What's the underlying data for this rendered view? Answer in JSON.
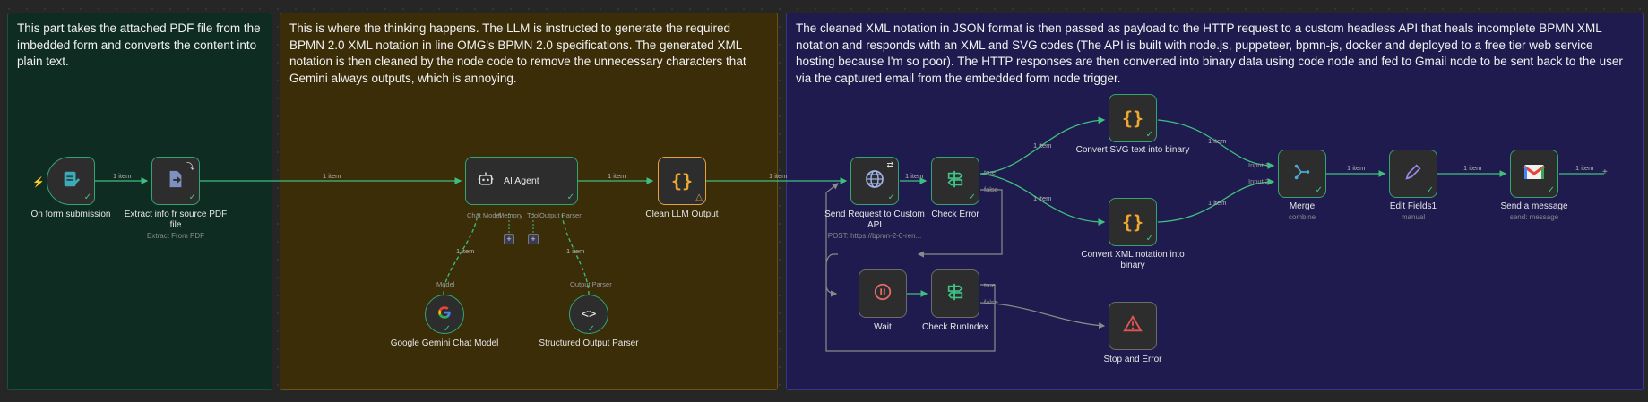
{
  "notes": {
    "note1": "This part takes the attached PDF file from the imbedded form and converts the content into plain text.",
    "note2": "This is where the thinking happens. The LLM is instructed to generate the required BPMN 2.0 XML notation in line OMG's BPMN 2.0 specifications. The generated XML notation is then cleaned by the node code to remove the unnecessary characters that Gemini always outputs, which is annoying.",
    "note3": "The cleaned XML notation in JSON format is then passed as payload to the HTTP request to a custom headless API that heals incomplete BPMN XML notation and responds with an XML and SVG codes (The API is built with node.js, puppeteer, bpmn-js, docker and deployed to a free tier web service hosting because I'm so poor). The HTTP responses are then converted into binary data using code node and fed to Gmail node to be sent back to the user via the captured email from the embedded form node trigger."
  },
  "nodes": {
    "form": {
      "title": "On form submission",
      "icon": "form-icon"
    },
    "extract": {
      "title": "Extract info fr source PDF file",
      "subtitle": "Extract From PDF",
      "icon": "file-export-icon"
    },
    "agent": {
      "title": "AI Agent",
      "icon": "robot-icon",
      "ports": {
        "chat_model": "Chat Model",
        "memory": "Memory",
        "tool": "Tool",
        "output_parser": "Output Parser"
      }
    },
    "clean": {
      "title": "Clean LLM Output",
      "icon": "code-braces-icon"
    },
    "gemini": {
      "title": "Google Gemini Chat Model",
      "port": "Model",
      "icon": "google-g-icon"
    },
    "parser": {
      "title": "Structured Output Parser",
      "port": "Output Parser",
      "icon": "code-brackets-icon"
    },
    "http": {
      "title": "Send Request to Custom API",
      "subtitle": "POST: https://bpmn-2-0-ren...",
      "icon": "globe-icon"
    },
    "check_error": {
      "title": "Check Error",
      "icon": "signpost-icon",
      "out_true": "true",
      "out_false": "false"
    },
    "convert_svg": {
      "title": "Convert SVG text into binary",
      "icon": "code-braces-icon"
    },
    "convert_xml": {
      "title": "Convert XML notation into binary",
      "icon": "code-braces-icon"
    },
    "merge": {
      "title": "Merge",
      "subtitle": "combine",
      "icon": "merge-icon",
      "in1": "Input 1",
      "in2": "Input 2"
    },
    "edit": {
      "title": "Edit Fields1",
      "subtitle": "manual",
      "icon": "pencil-icon"
    },
    "gmail": {
      "title": "Send a message",
      "subtitle": "send: message",
      "icon": "gmail-icon"
    },
    "wait": {
      "title": "Wait",
      "icon": "pause-icon"
    },
    "check_run": {
      "title": "Check RunIndex",
      "icon": "signpost-icon",
      "out_true": "true",
      "out_false": "false"
    },
    "stop": {
      "title": "Stop and Error",
      "icon": "warning-triangle-icon"
    }
  },
  "connection_label": "1 item",
  "colors": {
    "wire": "#3fbf7f",
    "wire_gray": "#8a8a8a",
    "node_border": "#33a573",
    "sticky_green": "#0e2c22",
    "sticky_yellow": "#3a2d08",
    "sticky_purple": "#1f1b4e"
  }
}
